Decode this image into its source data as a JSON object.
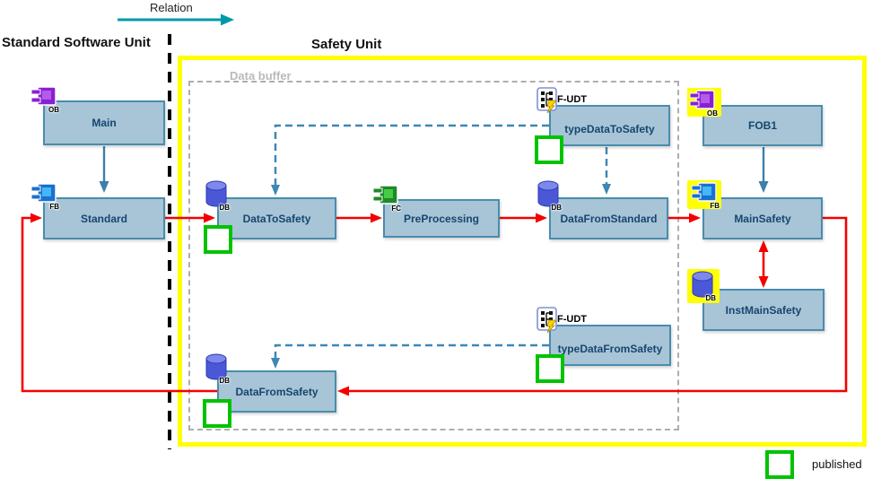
{
  "header": {
    "relation_label": "Relation",
    "standard_unit_label": "Standard Software Unit",
    "safety_unit_label": "Safety Unit",
    "data_buffer_label": "Data buffer"
  },
  "legend": {
    "published_label": "published"
  },
  "badges": {
    "ob": "OB",
    "fb": "FB",
    "fc": "FC",
    "db": "DB",
    "fudt": "F-UDT"
  },
  "blocks": {
    "main": {
      "label": "Main",
      "icon": "ob-icon"
    },
    "standard": {
      "label": "Standard",
      "icon": "fb-icon"
    },
    "data_to_safety": {
      "label": "DataToSafety",
      "icon": "db-icon",
      "published": true
    },
    "pre_processing": {
      "label": "PreProcessing",
      "icon": "fc-icon"
    },
    "data_from_standard": {
      "label": "DataFromStandard",
      "icon": "db-icon"
    },
    "main_safety": {
      "label": "MainSafety",
      "icon": "fb-icon",
      "safety_highlight": true
    },
    "fob1": {
      "label": "FOB1",
      "icon": "ob-icon",
      "safety_highlight": true
    },
    "type_data_to_safety": {
      "label": "typeDataToSafety",
      "icon": "fudt-icon",
      "published": true
    },
    "inst_main_safety": {
      "label": "InstMainSafety",
      "icon": "db-icon",
      "safety_highlight": true
    },
    "type_data_from_safety": {
      "label": "typeDataFromSafety",
      "icon": "fudt-icon",
      "published": true
    },
    "data_from_safety": {
      "label": "DataFromSafety",
      "icon": "db-icon",
      "published": true
    }
  },
  "colors": {
    "block_fill": "#a7c5d6",
    "block_border": "#4a8cae",
    "block_text": "#17466e",
    "red_arrow": "#f40000",
    "blue_arrow": "#3c80aa",
    "blue_dashed": "#3f87b5",
    "teal_arrow": "#009aa8",
    "safety_border_yellow": "#ffff00",
    "published_green": "#00c300",
    "buffer_gray": "#aeaeae"
  }
}
